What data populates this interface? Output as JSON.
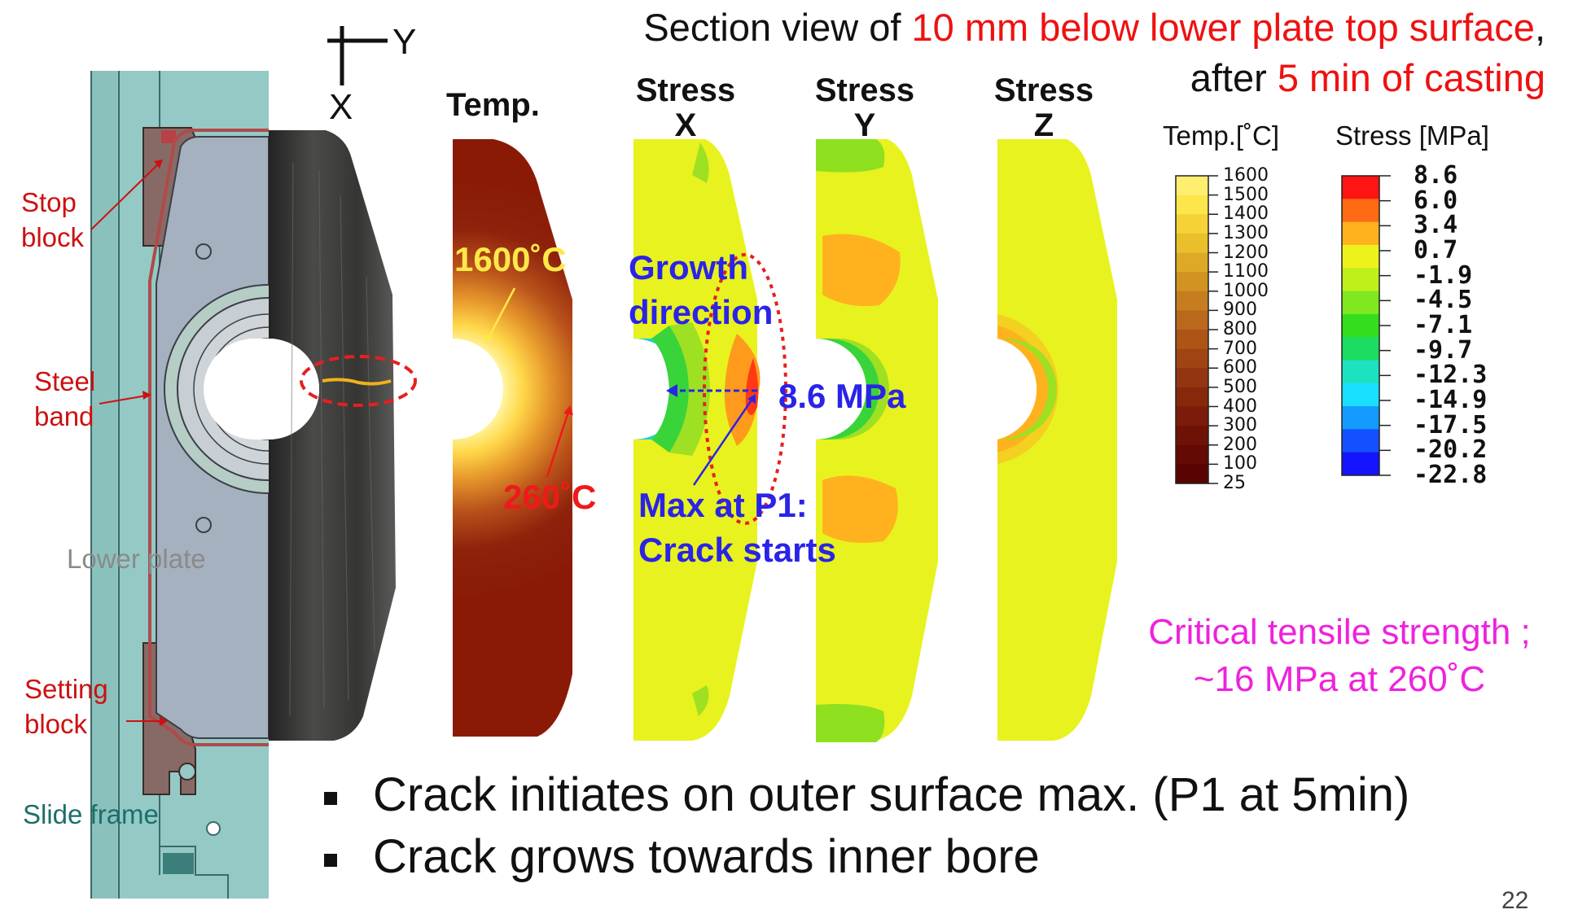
{
  "title": {
    "line1_pre": "Section view of ",
    "line1_red": "10 mm below lower plate top surface",
    "line1_post": ",",
    "line2_pre": "after ",
    "line2_red": "5 min of casting"
  },
  "axes_indicator": {
    "y_label": "Y",
    "x_label": "X"
  },
  "left_panel": {
    "stop_block": "Stop\nblock",
    "steel_band": "Steel\nband",
    "lower_plate": "Lower plate",
    "setting_block": "Setting\nblock",
    "slide_frame": "Slide frame"
  },
  "panel_headers": {
    "temp": "Temp.",
    "stress_x": "Stress\nX",
    "stress_y": "Stress\nY",
    "stress_z": "Stress\nZ"
  },
  "temp_annotations": {
    "hot": "1600˚C",
    "cold": "260˚C"
  },
  "stress_x_annotations": {
    "growth": "Growth\ndirection",
    "max_value": "8.6 MPa",
    "max_label": "Max at P1:\nCrack starts"
  },
  "legend_temp": {
    "title": "Temp.[˚C]",
    "values": [
      "1600",
      "1500",
      "1400",
      "1300",
      "1200",
      "1100",
      "1000",
      "900",
      "800",
      "700",
      "600",
      "500",
      "400",
      "300",
      "200",
      "100",
      "25"
    ],
    "colors": [
      "#ffef70",
      "#fde64c",
      "#f5d337",
      "#e9bf2c",
      "#dea927",
      "#d29323",
      "#c67d1f",
      "#ba681b",
      "#ad5517",
      "#a04413",
      "#93350f",
      "#86280c",
      "#7a1c09",
      "#6e1206",
      "#630a04",
      "#580402"
    ]
  },
  "legend_stress": {
    "title": "Stress [MPa]",
    "values": [
      "8.6",
      "6.0",
      "3.4",
      "0.7",
      "-1.9",
      "-4.5",
      "-7.1",
      "-9.7",
      "-12.3",
      "-14.9",
      "-17.5",
      "-20.2",
      "-22.8"
    ],
    "colors": [
      "#ff1414",
      "#ff6a14",
      "#ffb21e",
      "#eef21c",
      "#bff01a",
      "#7fe81e",
      "#35de1c",
      "#1cdc62",
      "#1ce2bf",
      "#19e0ff",
      "#149bff",
      "#1450ff",
      "#1414ff"
    ]
  },
  "critical_note": {
    "line1": "Critical tensile strength ;",
    "line2": "~16 MPa at 260˚C"
  },
  "bullets": [
    "Crack initiates on outer surface max. (P1 at 5min)",
    "Crack grows towards inner bore"
  ],
  "page_number": "22"
}
